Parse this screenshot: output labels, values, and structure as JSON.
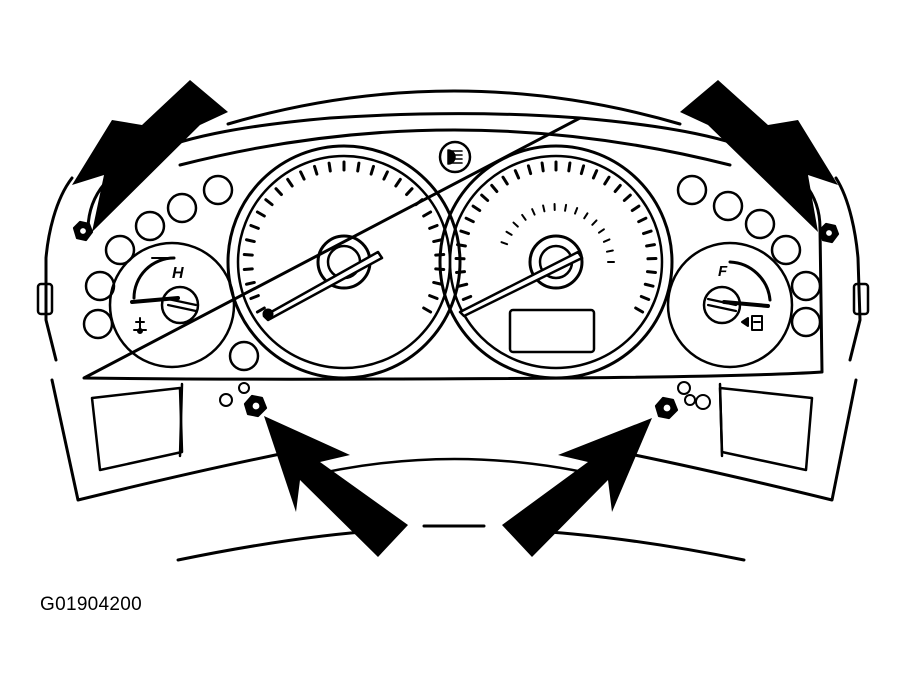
{
  "figure": {
    "caption": "G01904200",
    "temp_high_label": "H",
    "fuel_full_label": "F",
    "ink_color": "#000000",
    "paper_color": "#ffffff"
  }
}
